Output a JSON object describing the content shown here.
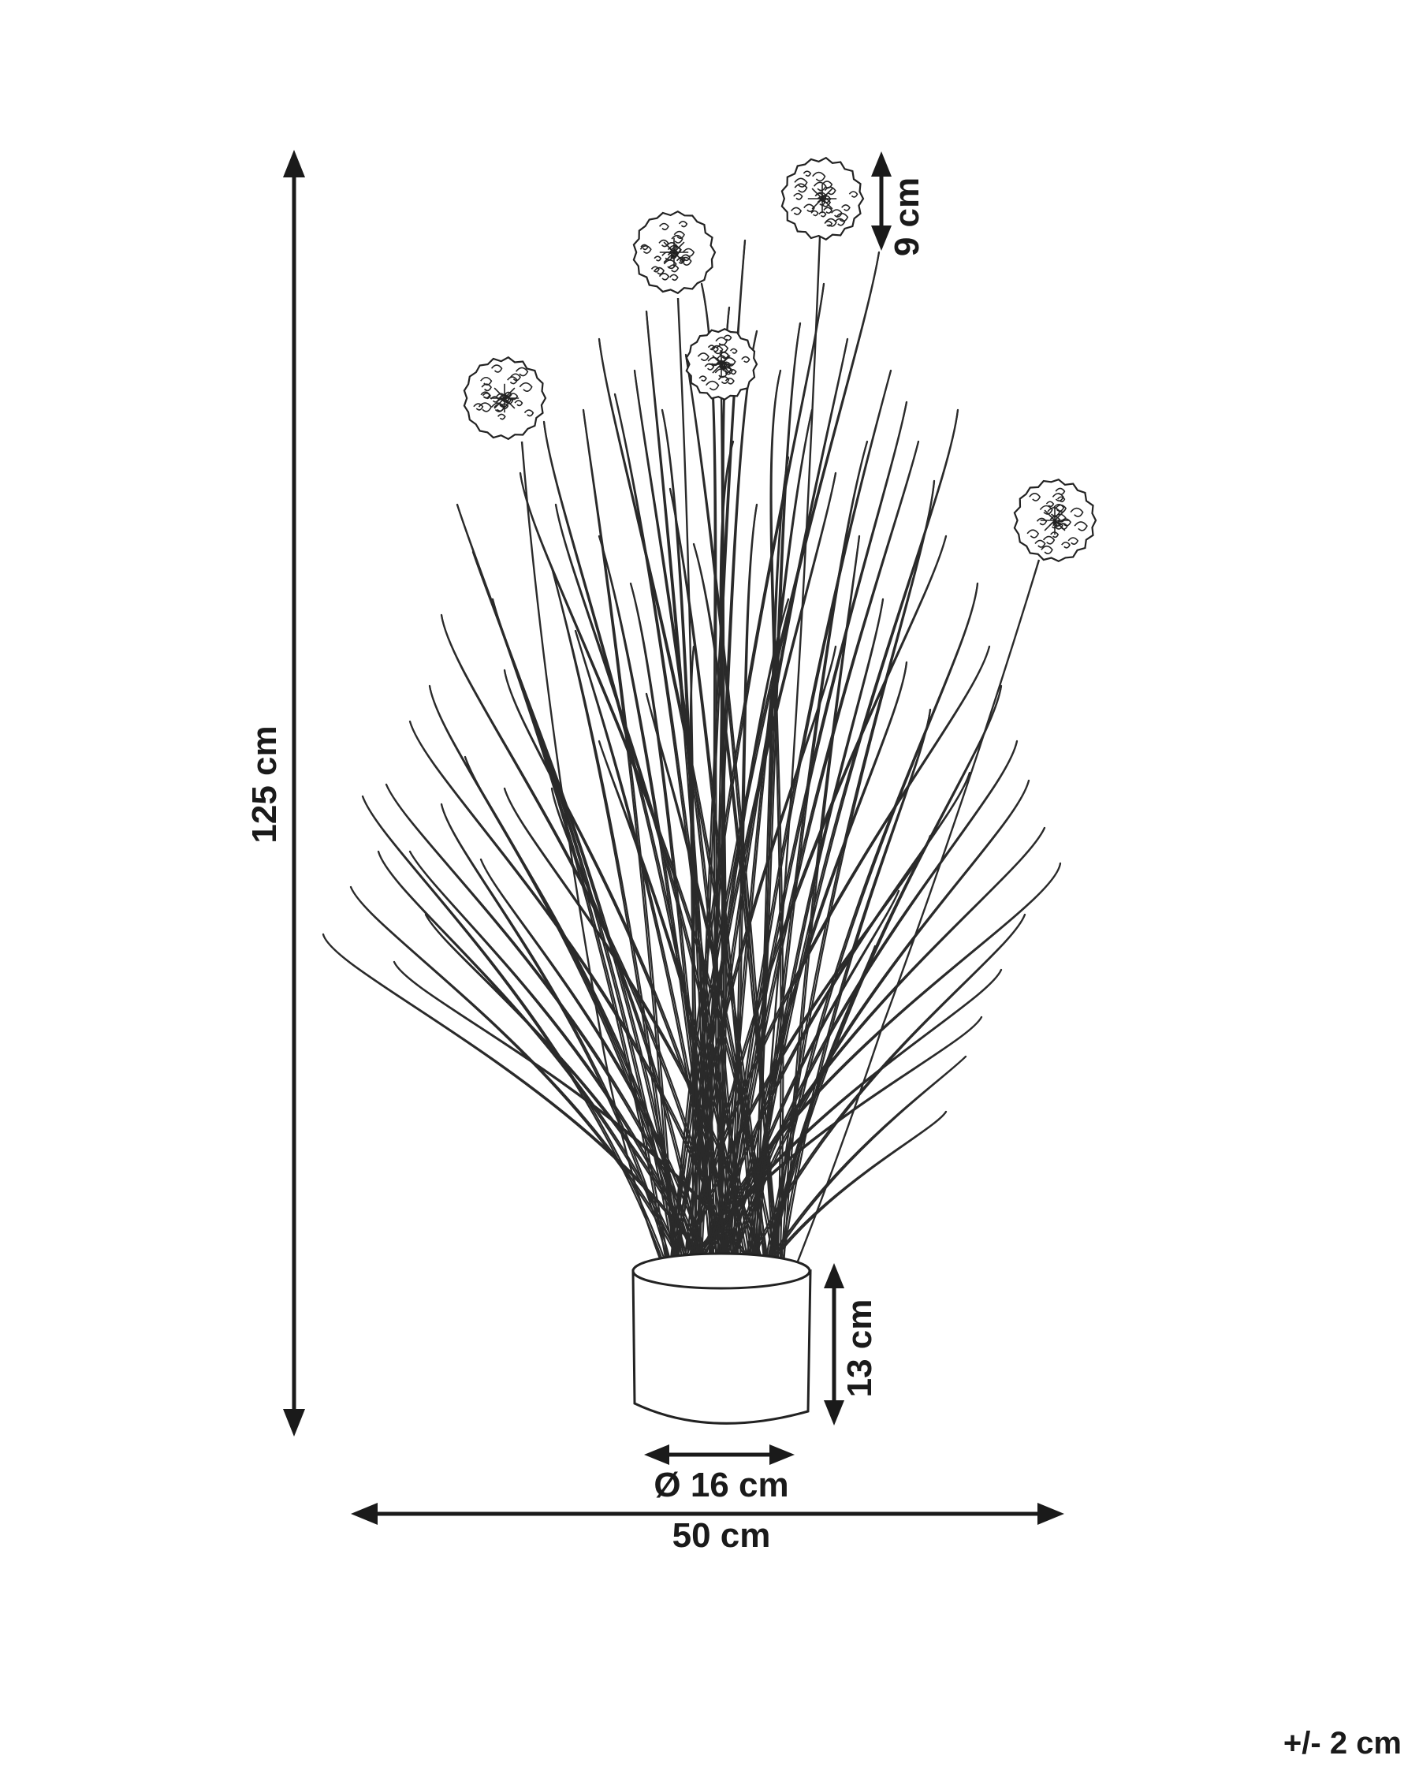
{
  "dimensions": {
    "total_height": "125 cm",
    "total_width": "50 cm",
    "flower_diameter": "9 cm",
    "pot_height": "13 cm",
    "pot_diameter": "Ø 16 cm"
  },
  "tolerance": "+/- 2 cm",
  "colors": {
    "line": "#1a1a1a",
    "background": "#ffffff"
  }
}
